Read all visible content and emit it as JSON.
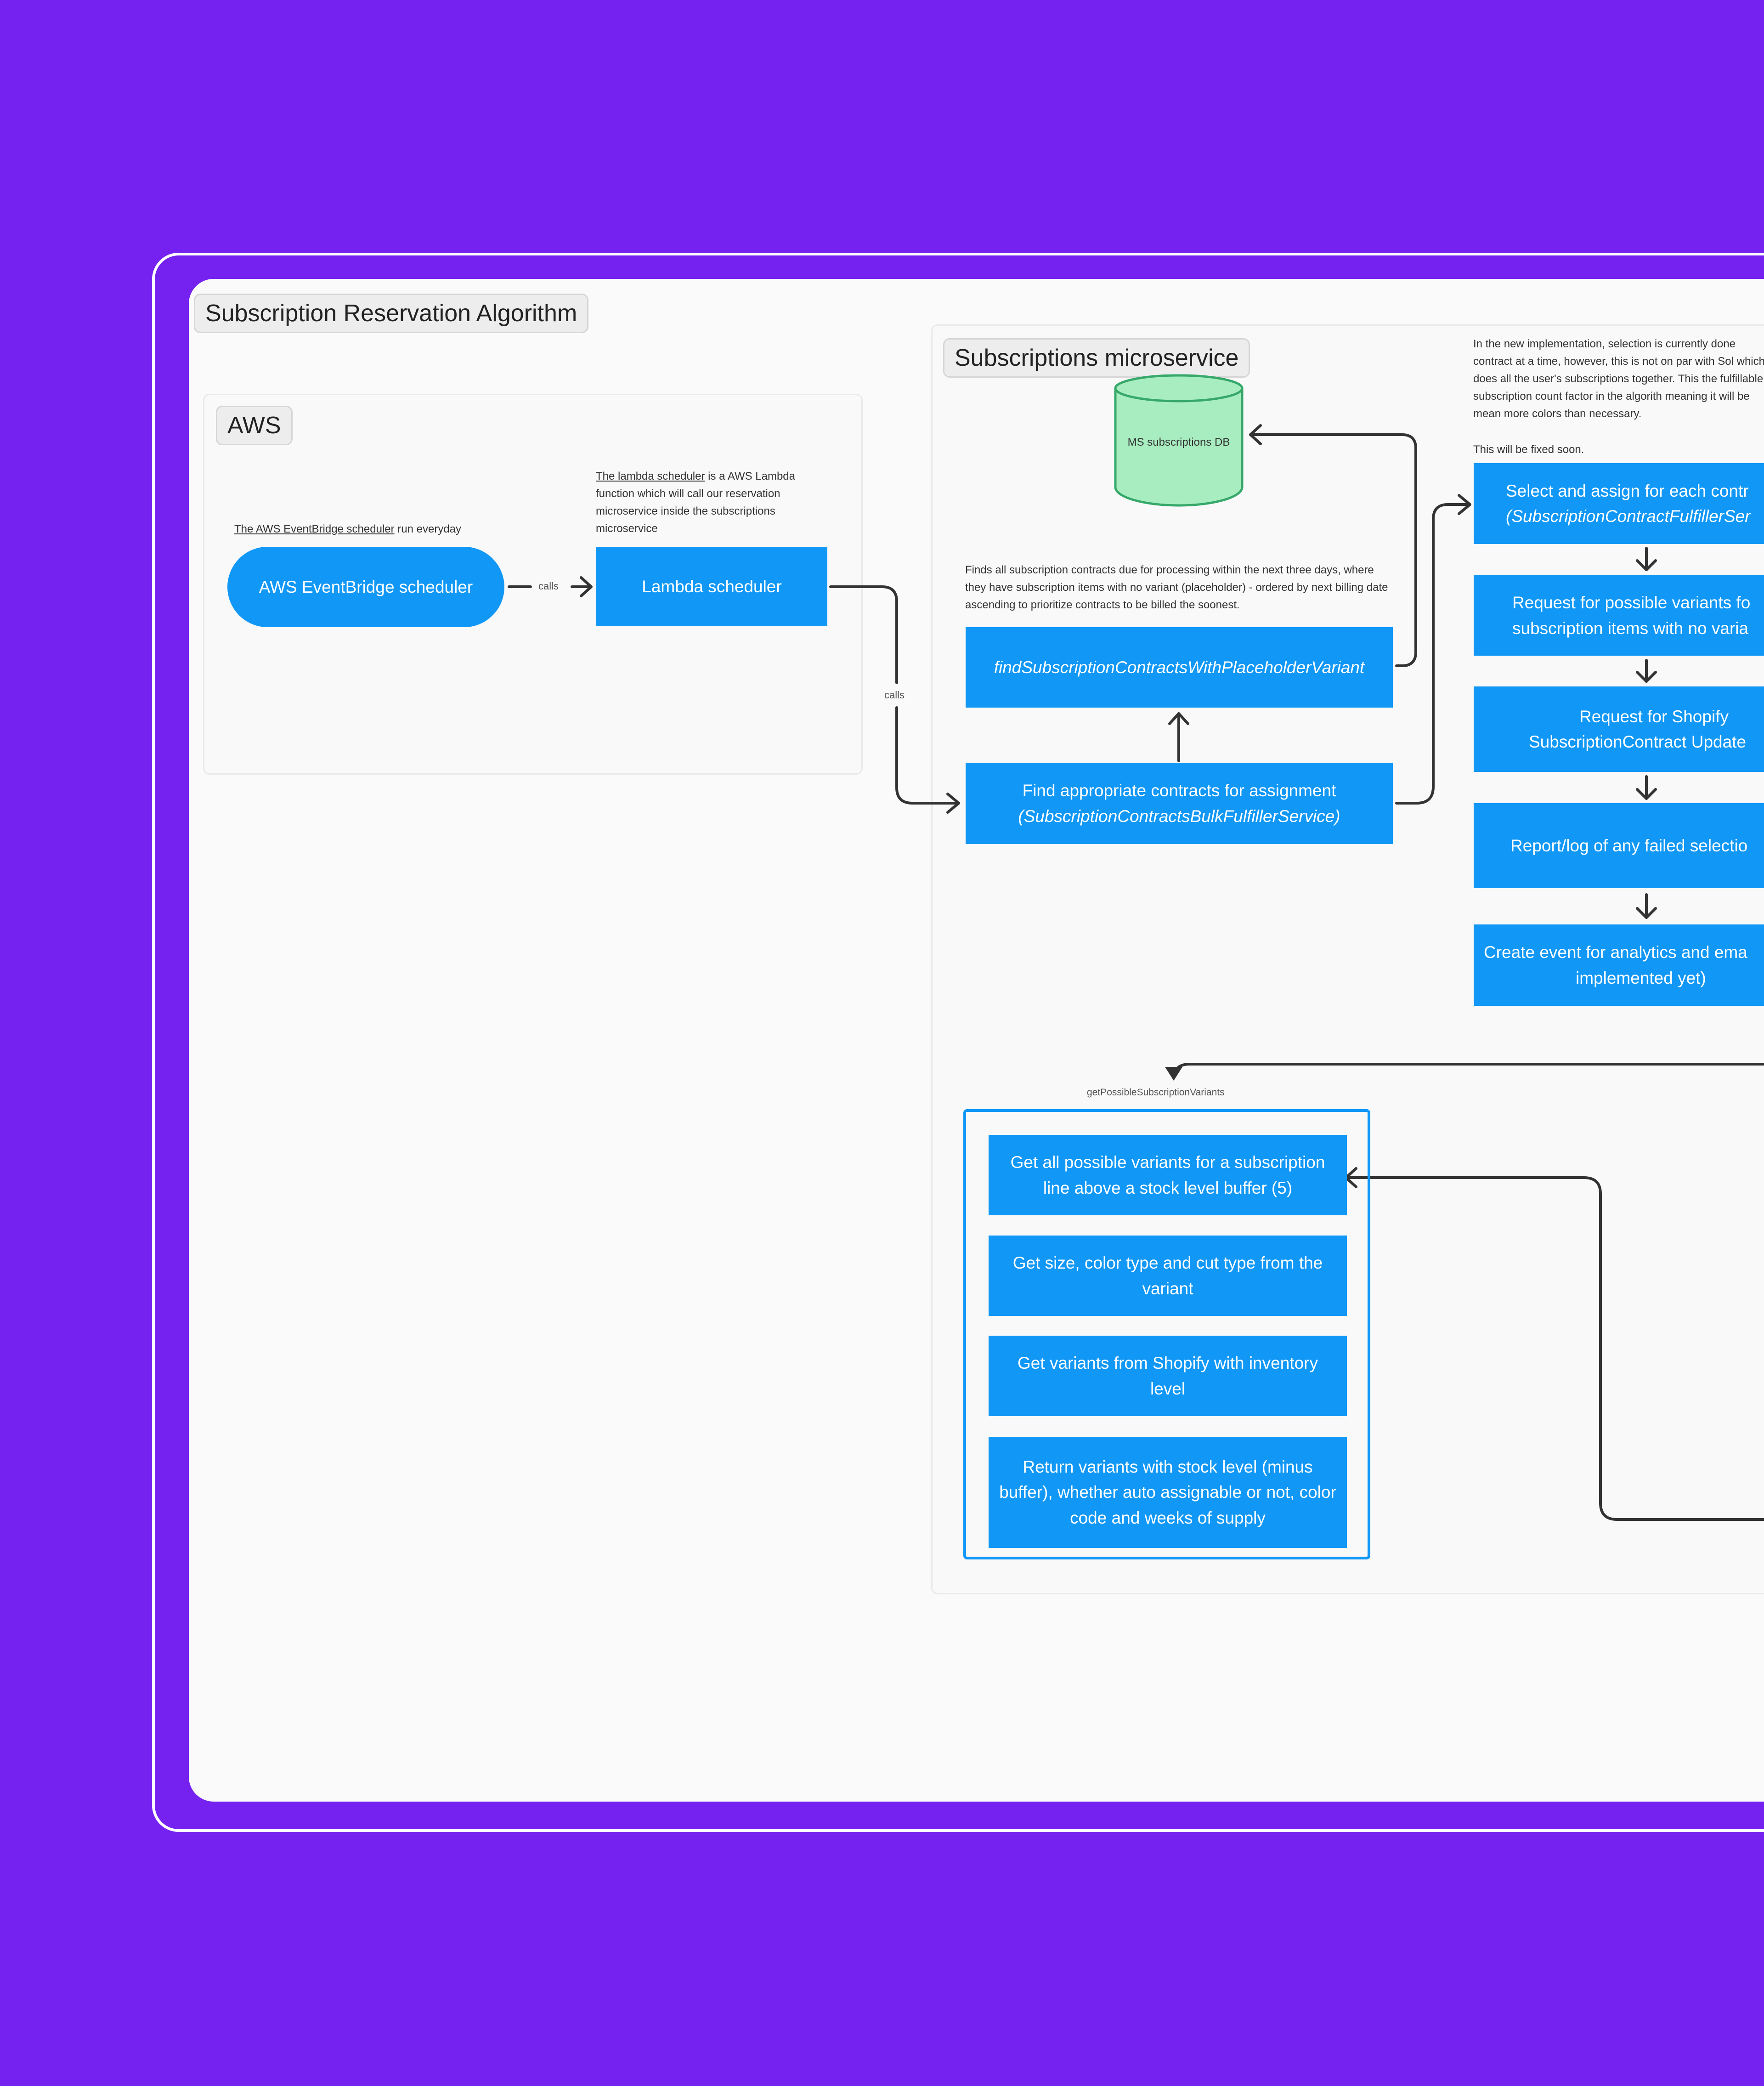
{
  "colors": {
    "background": "#7521F0",
    "node": "#1197F6",
    "db": "#A8EDC0",
    "edge": "#333333"
  },
  "board": {
    "title": "Subscription Reservation Algorithm"
  },
  "aws": {
    "title": "AWS",
    "eventbridge_note": {
      "link": "The AWS EventBridge scheduler",
      "rest": " run everyday"
    },
    "lambda_note": {
      "link": "The lambda scheduler",
      "rest": " is a AWS Lambda function which will call our reservation microservice inside the subscriptions microservice"
    },
    "eventbridge_node": "AWS EventBridge scheduler",
    "lambda_node": "Lambda scheduler",
    "calls_label": "calls"
  },
  "microservice": {
    "title": "Subscriptions microservice",
    "db_label": "MS subscriptions DB",
    "find_note": "Finds all subscription contracts due for processing within the next three days, where they have subscription items with no variant (placeholder) - ordered by next billing date ascending to prioritize contracts to be billed the soonest.",
    "find_node": "findSubscriptionContractsWithPlaceholderVariant",
    "assign_node": {
      "line1": "Find appropriate contracts for assignment",
      "line2": "(SubscriptionContractsBulkFulfillerService)"
    },
    "calls_label": "calls",
    "right_note": "In the new implementation, selection is currently done contract at a time, however, this is not on par with Sol which does all the user's subscriptions together. This the fulfillable subscription count factor in the algorith meaning it will be mean more colors than necessary.",
    "right_note2": "This will be fixed soon.",
    "steps": [
      {
        "line1": "Select and assign for each contr",
        "line2": "(SubscriptionContractFulfillerSer"
      },
      {
        "line1": "Request for possible variants fo",
        "line2": "subscription items with no varia"
      },
      {
        "line1": "Request for Shopify",
        "line2": "SubscriptionContract Update"
      },
      {
        "line1": "Report/log of any failed selectio",
        "line2": ""
      },
      {
        "line1": "Create event for analytics and ema",
        "line2": "implemented yet)"
      }
    ],
    "group_label": "getPossibleSubscriptionVariants",
    "group_steps": [
      "Get all possible variants for a subscription line above a stock level buffer (5)",
      "Get size, color type and cut type from the variant",
      "Get variants from Shopify with inventory level",
      "Return variants with stock level (minus buffer), whether auto assignable or not, color code and weeks of supply"
    ]
  }
}
